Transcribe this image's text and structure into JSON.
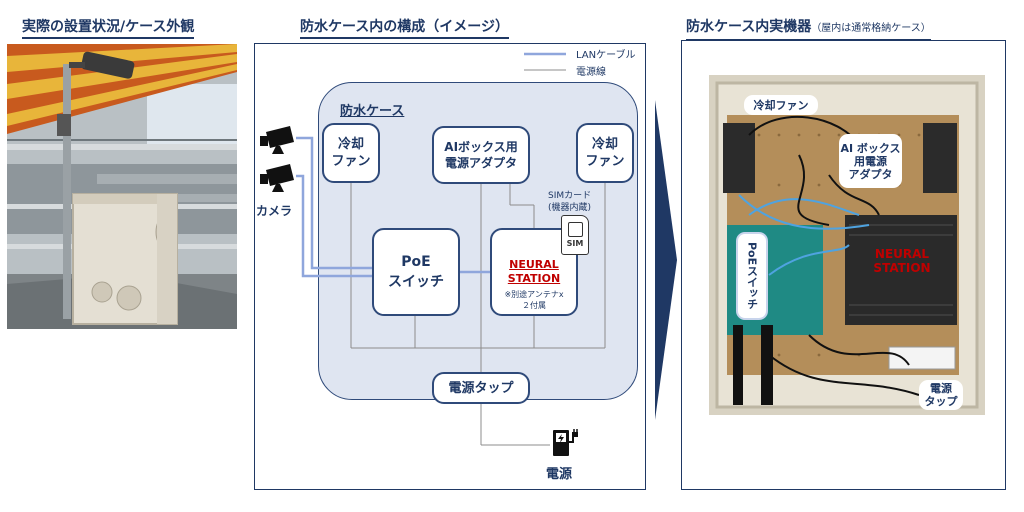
{
  "sections": {
    "left_title": "実際の設置状況/ケース外観",
    "mid_title": "防水ケース内の構成（イメージ）",
    "right_title": "防水ケース内実機器",
    "right_note": "（屋内は通常格納ケース）"
  },
  "legend": {
    "lan": "LANケーブル",
    "power": "電源線"
  },
  "diagram": {
    "case_label": "防水ケース",
    "fan_left": "冷却\nファン",
    "fan_right": "冷却\nファン",
    "ai_adapter": "AIボックス用\n電源アダプタ",
    "poe": "PoE\nスイッチ",
    "neural": "NEURAL\nSTATION",
    "neural_note": "※別途アンテナx\n２付属",
    "sim_label": "SIMカード\n(機器内蔵)",
    "sim_chip": "SIM",
    "tap": "電源タップ",
    "camera": "カメラ",
    "power": "電源"
  },
  "photo_labels": {
    "fan": "冷却ファン",
    "adapter": "AI ボックス\n用電源\nアダプタ",
    "poe": "PoEスイッチ",
    "neural": "NEURAL\nSTATION",
    "tap": "電源\nタップ"
  },
  "colors": {
    "navy": "#1f3864",
    "lan": "#8fa6dc",
    "power": "#8c8c8c",
    "neural_red": "#c00000",
    "case_fill": "#dfe5f1"
  }
}
